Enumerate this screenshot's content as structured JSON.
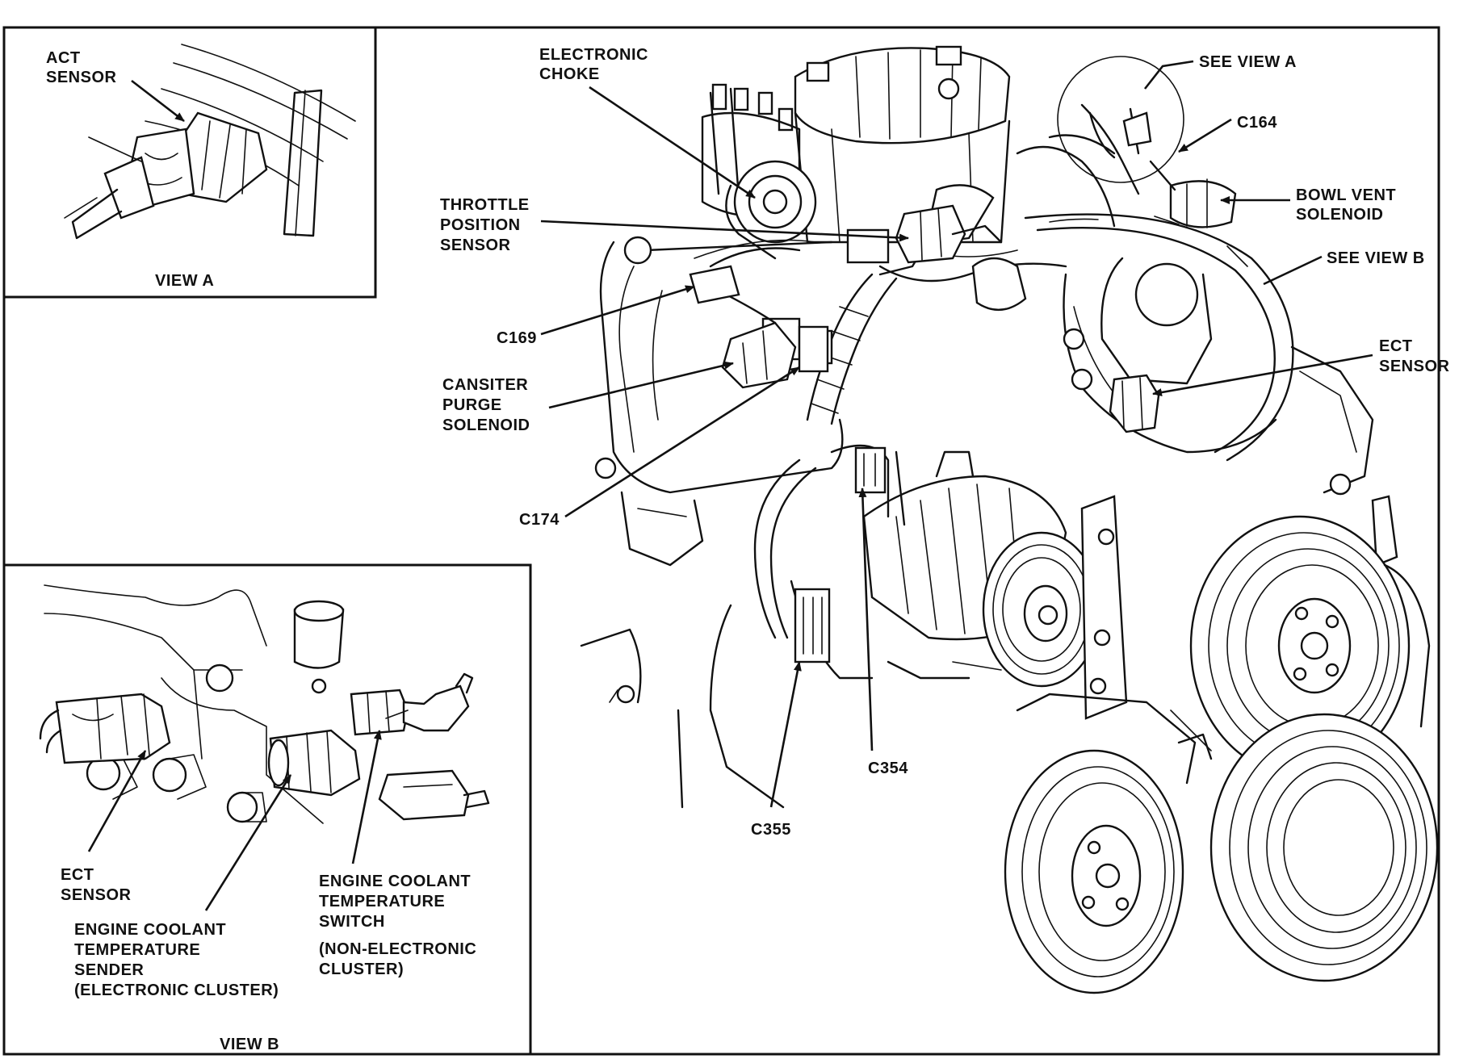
{
  "view_a": {
    "caption": "VIEW A",
    "labels": {
      "act_sensor": [
        "ACT",
        "SENSOR"
      ]
    }
  },
  "view_b": {
    "caption": "VIEW B",
    "labels": {
      "ect_sensor": [
        "ECT",
        "SENSOR"
      ],
      "coolant_sender": [
        "ENGINE COOLANT",
        "TEMPERATURE",
        "SENDER",
        "(ELECTRONIC CLUSTER)"
      ],
      "coolant_switch": [
        "ENGINE COOLANT",
        "TEMPERATURE",
        "SWITCH"
      ],
      "coolant_switch_note": [
        "(NON-ELECTRONIC",
        "CLUSTER)"
      ]
    }
  },
  "main": {
    "labels": {
      "electronic_choke": [
        "ELECTRONIC",
        "CHOKE"
      ],
      "throttle_position_sensor": [
        "THROTTLE",
        "POSITION",
        "SENSOR"
      ],
      "c169": "C169",
      "canister_purge_solenoid": [
        "CANSITER",
        "PURGE",
        "SOLENOID"
      ],
      "c174": "C174",
      "c355": "C355",
      "c354": "C354",
      "see_view_a": "SEE VIEW A",
      "c164": "C164",
      "bowl_vent_solenoid": [
        "BOWL VENT",
        "SOLENOID"
      ],
      "see_view_b": "SEE VIEW B",
      "ect_sensor": [
        "ECT",
        "SENSOR"
      ]
    }
  }
}
